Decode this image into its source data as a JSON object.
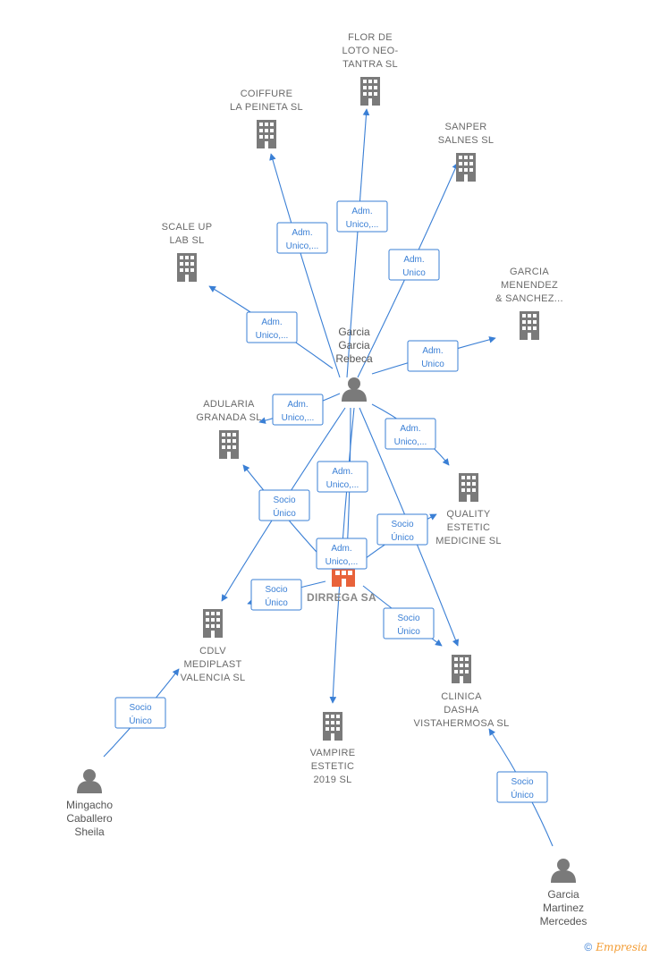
{
  "colors": {
    "edge": "#3a7fd5",
    "company_icon": "#7a7a7a",
    "main_company_icon": "#e8623a",
    "person_icon": "#7a7a7a",
    "label": "#6a6a6a"
  },
  "companies": [
    {
      "id": "flor",
      "lines": [
        "FLOR DE",
        "LOTO NEO-",
        "TANTRA  SL"
      ],
      "main": false
    },
    {
      "id": "coiffure",
      "lines": [
        "COIFFURE",
        "LA PEINETA  SL"
      ],
      "main": false
    },
    {
      "id": "sanper",
      "lines": [
        "SANPER",
        "SALNES SL"
      ],
      "main": false
    },
    {
      "id": "scaleup",
      "lines": [
        "SCALE UP",
        "LAB  SL"
      ],
      "main": false
    },
    {
      "id": "garciamen",
      "lines": [
        "GARCIA",
        "MENENDEZ",
        "& SANCHEZ..."
      ],
      "main": false
    },
    {
      "id": "adularia",
      "lines": [
        "ADULARIA",
        "GRANADA  SL"
      ],
      "main": false
    },
    {
      "id": "quality",
      "lines": [
        "QUALITY",
        "ESTETIC",
        "MEDICINE  SL"
      ],
      "main": false
    },
    {
      "id": "dirrega",
      "lines": [
        "DIRREGA SA"
      ],
      "main": true
    },
    {
      "id": "cdlv",
      "lines": [
        "CDLV",
        "MEDIPLAST",
        "VALENCIA  SL"
      ],
      "main": false
    },
    {
      "id": "clinica",
      "lines": [
        "CLINICA",
        "DASHA",
        "VISTAHERMOSA SL"
      ],
      "main": false
    },
    {
      "id": "vampire",
      "lines": [
        "VAMPIRE",
        "ESTETIC",
        "2019  SL"
      ],
      "main": false
    }
  ],
  "persons": [
    {
      "id": "rebeca",
      "lines": [
        "Garcia",
        "Garcia",
        "Rebeca"
      ]
    },
    {
      "id": "mingacho",
      "lines": [
        "Mingacho",
        "Caballero",
        "Sheila"
      ]
    },
    {
      "id": "mercedes",
      "lines": [
        "Garcia",
        "Martinez",
        "Mercedes"
      ]
    }
  ],
  "relations": [
    {
      "id": "r_flor",
      "lines": [
        "Adm.",
        "Unico,..."
      ]
    },
    {
      "id": "r_coiffure",
      "lines": [
        "Adm.",
        "Unico,..."
      ]
    },
    {
      "id": "r_sanper",
      "lines": [
        "Adm.",
        "Unico"
      ]
    },
    {
      "id": "r_scaleup",
      "lines": [
        "Adm.",
        "Unico,..."
      ]
    },
    {
      "id": "r_garciamen",
      "lines": [
        "Adm.",
        "Unico"
      ]
    },
    {
      "id": "r_adularia",
      "lines": [
        "Adm.",
        "Unico,..."
      ]
    },
    {
      "id": "r_quality",
      "lines": [
        "Adm.",
        "Unico,..."
      ]
    },
    {
      "id": "r_dirrega",
      "lines": [
        "Adm.",
        "Unico,..."
      ]
    },
    {
      "id": "r_socio_cdlv_a",
      "lines": [
        "Socio",
        "Único"
      ]
    },
    {
      "id": "r_socio_quality",
      "lines": [
        "Socio",
        "Único"
      ]
    },
    {
      "id": "r_adm_dirrega2",
      "lines": [
        "Adm.",
        "Unico,..."
      ]
    },
    {
      "id": "r_socio_cdlv_b",
      "lines": [
        "Socio",
        "Único"
      ]
    },
    {
      "id": "r_socio_clinica",
      "lines": [
        "Socio",
        "Único"
      ]
    },
    {
      "id": "r_socio_mingacho",
      "lines": [
        "Socio",
        "Único"
      ]
    },
    {
      "id": "r_socio_mercedes",
      "lines": [
        "Socio",
        "Único"
      ]
    }
  ],
  "footer": {
    "copyright": "©",
    "brand": "Empresia"
  }
}
